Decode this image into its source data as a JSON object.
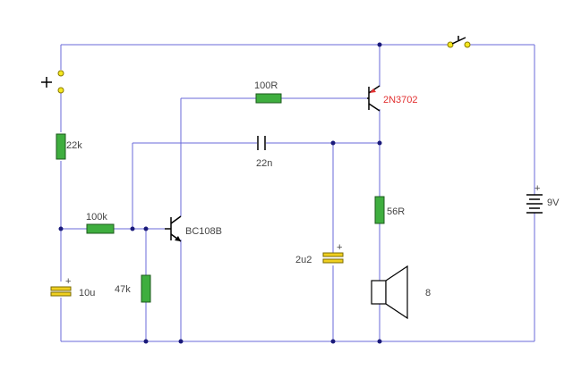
{
  "components": {
    "r_100r": "100R",
    "r_22k": "22k",
    "r_100k": "100k",
    "r_47k": "47k",
    "r_56r": "56R",
    "c_22n": "22n",
    "c_10u": "10u",
    "c_2u2": "2u2",
    "q_bc108b": "BC108B",
    "q_2n3702": "2N3702",
    "battery": "9V",
    "speaker": "8"
  },
  "colors": {
    "wire": "#6a6ad8",
    "resistor": "#3fae3f",
    "electrolytic": "#f0d020",
    "pnp_label": "#e23030"
  }
}
